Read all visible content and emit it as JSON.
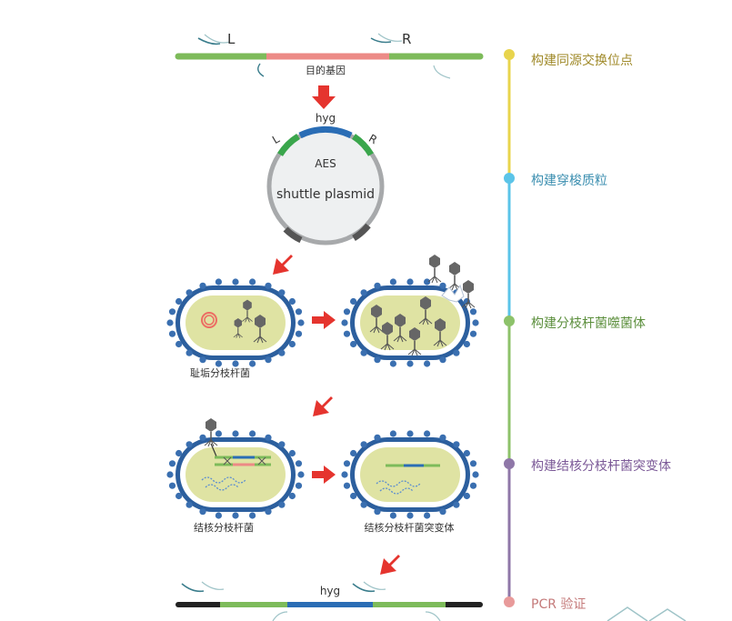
{
  "top_gene": {
    "left_label": "L",
    "right_label": "R",
    "gene_label": "目的基因"
  },
  "plasmid": {
    "marker": "hyg",
    "left_arm": "L",
    "right_arm": "R",
    "inner_label": "AES",
    "name": "shuttle plasmid"
  },
  "cells": {
    "smegmatis_label": "耻垢分枝杆菌",
    "tuberculosis_label": "结核分枝杆菌",
    "mutant_label": "结核分枝杆菌突变体"
  },
  "bottom_gene": {
    "marker": "hyg"
  },
  "timeline": {
    "steps": [
      {
        "label": "构建同源交换位点",
        "color": "#e8d44d",
        "text_color": "#a08a2a"
      },
      {
        "label": "构建穿梭质粒",
        "color": "#5bc4e8",
        "text_color": "#3c8fb0"
      },
      {
        "label": "构建分枝杆菌噬菌体",
        "color": "#8dc26a",
        "text_color": "#5c8f3d"
      },
      {
        "label": "构建结核分枝杆菌突变体",
        "color": "#8f77a8",
        "text_color": "#7c5a98"
      },
      {
        "label": "PCR 验证",
        "color": "#e89a9a",
        "text_color": "#c47a7a"
      }
    ]
  },
  "colors": {
    "green_arm": "#7dbb5a",
    "gene_pink": "#ec8a86",
    "hyg_blue": "#2a6db5",
    "arrow_red": "#e5342e",
    "cell_fill": "#dfe3a3",
    "membrane_blue": "#2c5f9e",
    "dot_blue": "#3a6fb0"
  }
}
